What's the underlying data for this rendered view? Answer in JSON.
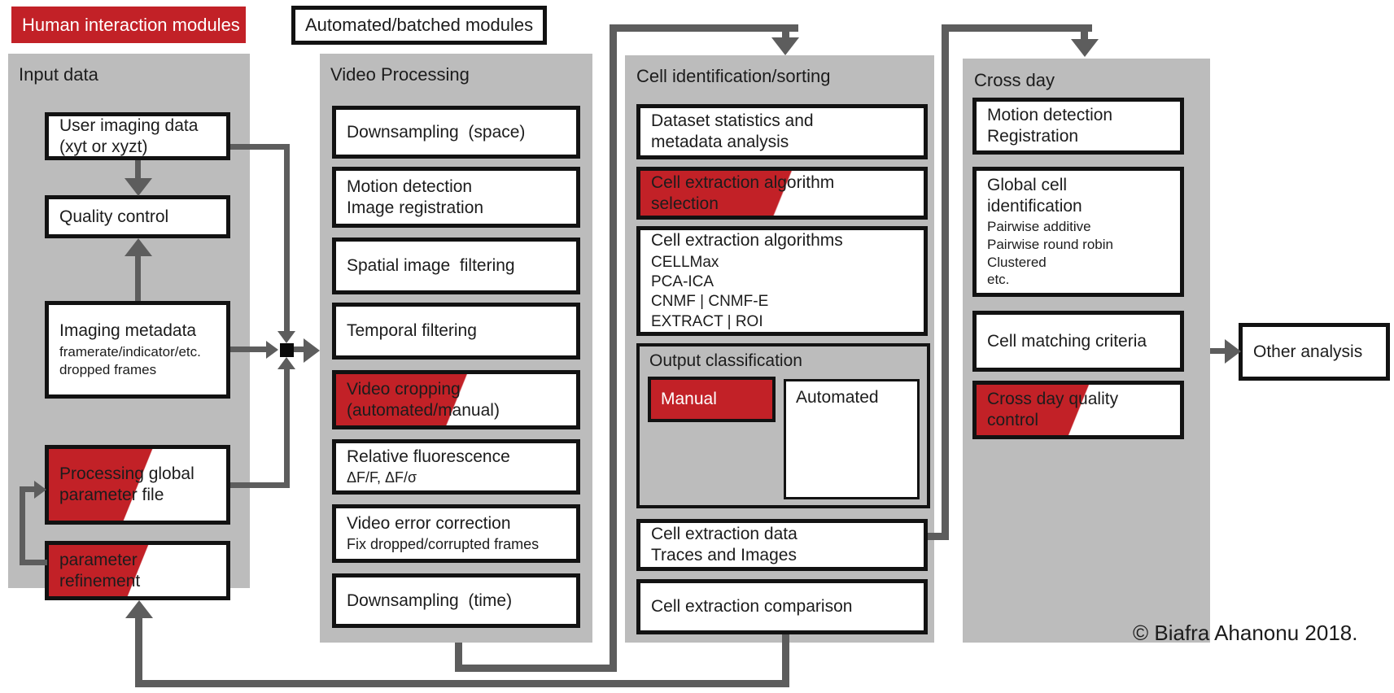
{
  "legend": {
    "human_modules_label": "Human interaction modules",
    "automated_modules_label": "Automated/batched modules"
  },
  "palette": {
    "red": "#c22127",
    "column_gray": "#bcbcbc",
    "connector_gray": "#5d5d5d",
    "border_black": "#121212"
  },
  "cols": [
    {
      "title": "Input data",
      "boxes": [
        {
          "title": "User imaging data\n(xyt or xyzt)"
        },
        {
          "title": "Quality control"
        },
        {
          "title": "Imaging metadata",
          "sub": "framerate/indicator/etc.\ndropped frames"
        },
        {
          "title": "Processing global\nparameter file"
        },
        {
          "title": "parameter\nrefinement"
        }
      ]
    },
    {
      "title": "Video Processing",
      "boxes": [
        {
          "title": "Downsampling  (space)"
        },
        {
          "title": "Motion detection\nImage registration"
        },
        {
          "title": "Spatial image  filtering"
        },
        {
          "title": "Temporal filtering"
        },
        {
          "title": "Video cropping\n(automated/manual)"
        },
        {
          "title": "Relative fluorescence",
          "sub": "ΔF/F, ΔF/σ"
        },
        {
          "title": "Video error correction",
          "sub": "Fix dropped/corrupted frames"
        },
        {
          "title": "Downsampling  (time)"
        }
      ]
    },
    {
      "title": "Cell identification/sorting",
      "boxes": [
        {
          "title": "Dataset statistics and\nmetadata analysis"
        },
        {
          "title": "Cell extraction algorithm\nselection"
        },
        {
          "title": "Cell extraction algorithms",
          "sub": "CELLMax\nPCA-ICA\nCNMF | CNMF-E\nEXTRACT | ROI"
        },
        {
          "title": "Output classification",
          "manual": "Manual",
          "automated": "Automated"
        },
        {
          "title": "Cell extraction data\nTraces and Images"
        },
        {
          "title": "Cell extraction comparison"
        }
      ]
    },
    {
      "title": "Cross day",
      "boxes": [
        {
          "title": "Motion detection\nRegistration"
        },
        {
          "title": "Global cell\nidentification",
          "sub": "Pairwise additive\nPairwise round robin\nClustered\netc."
        },
        {
          "title": "Cell matching criteria"
        },
        {
          "title": "Cross day quality\ncontrol"
        }
      ]
    }
  ],
  "other_analysis_label": "Other analysis",
  "copyright": "© Biafra Ahanonu 2018."
}
